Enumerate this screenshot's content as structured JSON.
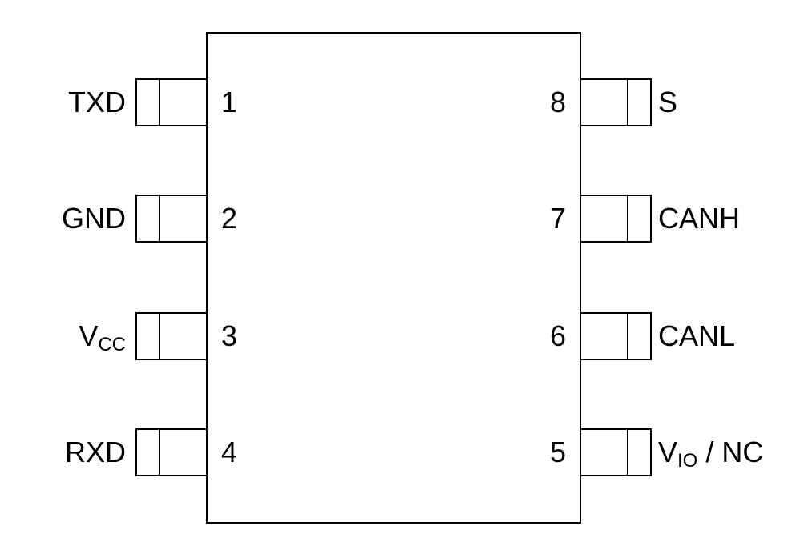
{
  "package": {
    "line_color": "#000000",
    "background": "#ffffff"
  },
  "pins": {
    "left": [
      {
        "number": "1",
        "label": "TXD",
        "label_main": "TXD",
        "label_sub": "",
        "label_suffix": ""
      },
      {
        "number": "2",
        "label": "GND",
        "label_main": "GND",
        "label_sub": "",
        "label_suffix": ""
      },
      {
        "number": "3",
        "label": "VCC",
        "label_main": "V",
        "label_sub": "CC",
        "label_suffix": ""
      },
      {
        "number": "4",
        "label": "RXD",
        "label_main": "RXD",
        "label_sub": "",
        "label_suffix": ""
      }
    ],
    "right": [
      {
        "number": "8",
        "label": "S",
        "label_main": "S",
        "label_sub": "",
        "label_suffix": ""
      },
      {
        "number": "7",
        "label": "CANH",
        "label_main": "CANH",
        "label_sub": "",
        "label_suffix": ""
      },
      {
        "number": "6",
        "label": "CANL",
        "label_main": "CANL",
        "label_sub": "",
        "label_suffix": ""
      },
      {
        "number": "5",
        "label": "VIO / NC",
        "label_main": "V",
        "label_sub": "IO",
        "label_suffix": " / NC"
      }
    ]
  }
}
